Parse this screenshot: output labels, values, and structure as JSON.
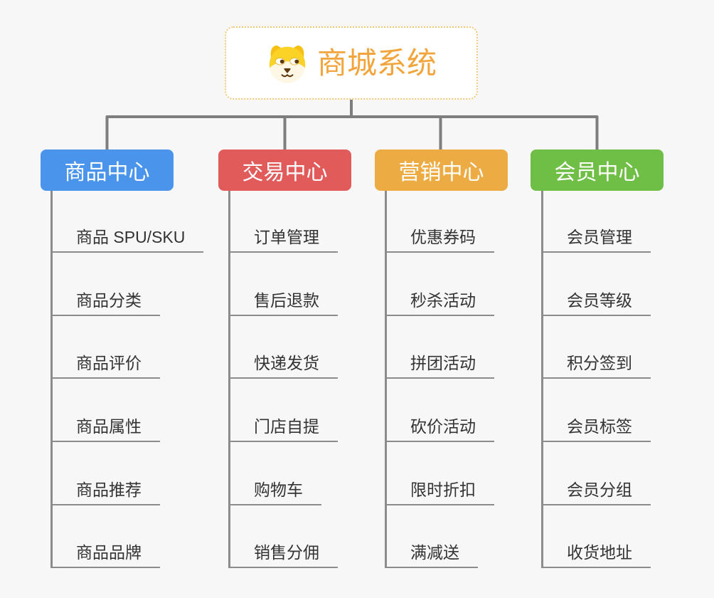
{
  "root": {
    "label": "商城系统",
    "icon": "dog-face",
    "text_color": "#f1a53c",
    "border_color": "#f3c77c"
  },
  "connector_color": "#7e7e7e",
  "line_color": "#8c8c8c",
  "background_color": "#f7f7f7",
  "branches": [
    {
      "label": "商品中心",
      "color": "#4b94eb",
      "items": [
        "商品 SPU/SKU",
        "商品分类",
        "商品评价",
        "商品属性",
        "商品推荐",
        "商品品牌"
      ]
    },
    {
      "label": "交易中心",
      "color": "#e15b5b",
      "items": [
        "订单管理",
        "售后退款",
        "快递发货",
        "门店自提",
        "购物车",
        "销售分佣"
      ]
    },
    {
      "label": "营销中心",
      "color": "#edac43",
      "items": [
        "优惠券码",
        "秒杀活动",
        "拼团活动",
        "砍价活动",
        "限时折扣",
        "满减送"
      ]
    },
    {
      "label": "会员中心",
      "color": "#6fbe45",
      "items": [
        "会员管理",
        "会员等级",
        "积分签到",
        "会员标签",
        "会员分组",
        "收货地址"
      ]
    }
  ]
}
